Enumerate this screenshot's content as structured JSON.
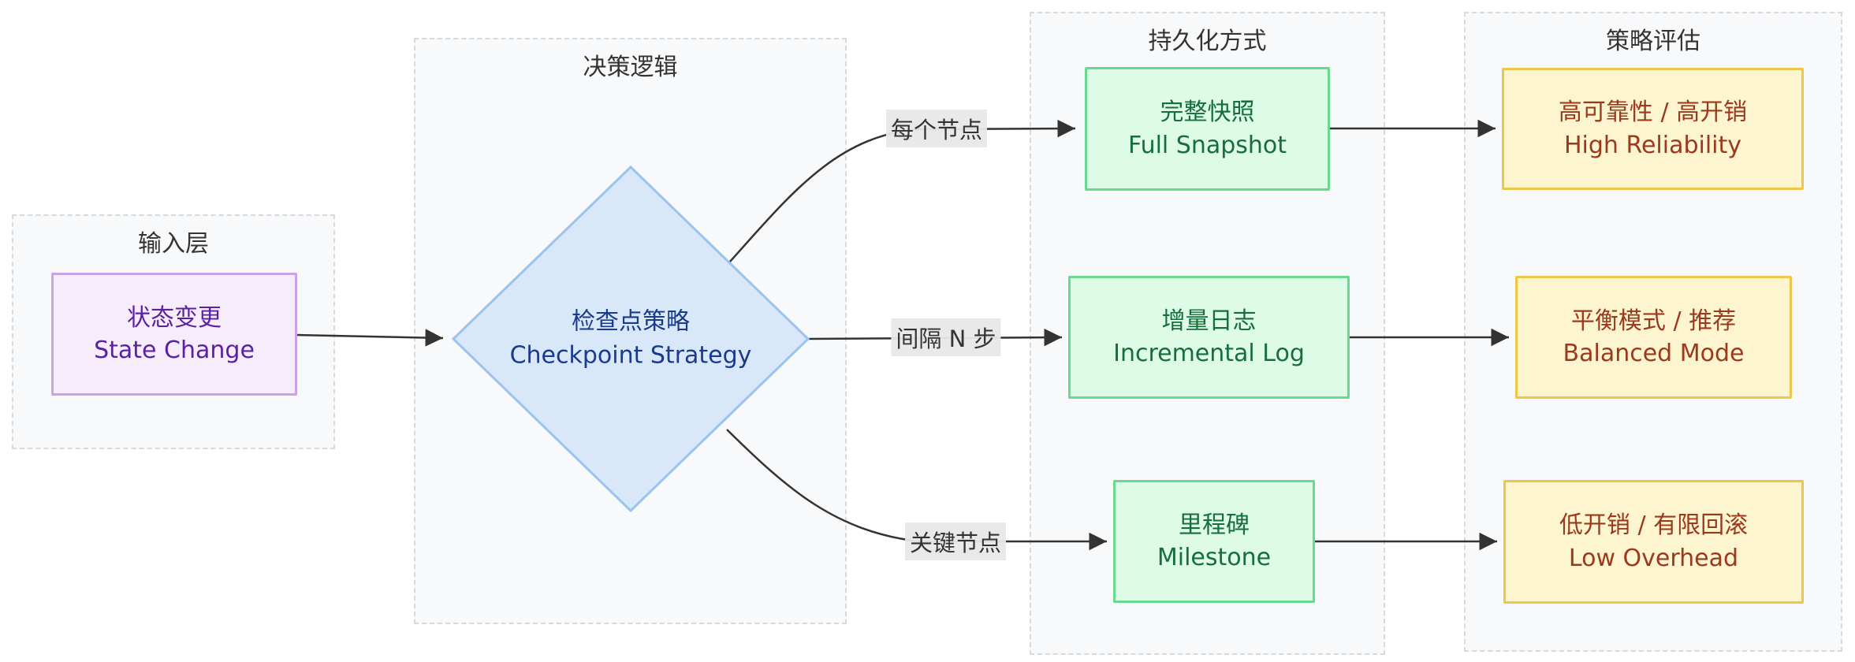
{
  "groups": {
    "input": {
      "title": "输入层"
    },
    "decision": {
      "title": "决策逻辑"
    },
    "persistence": {
      "title": "持久化方式"
    },
    "evaluation": {
      "title": "策略评估"
    }
  },
  "nodes": {
    "state_change": {
      "zh": "状态变更",
      "en": "State Change"
    },
    "checkpoint_strategy": {
      "zh": "检查点策略",
      "en": "Checkpoint Strategy"
    },
    "full_snapshot": {
      "zh": "完整快照",
      "en": "Full Snapshot"
    },
    "incremental_log": {
      "zh": "增量日志",
      "en": "Incremental Log"
    },
    "milestone": {
      "zh": "里程碑",
      "en": "Milestone"
    },
    "high_reliability": {
      "zh": "高可靠性 / 高开销",
      "en": "High Reliability"
    },
    "balanced_mode": {
      "zh": "平衡模式 / 推荐",
      "en": "Balanced Mode"
    },
    "low_overhead": {
      "zh": "低开销 / 有限回滚",
      "en": "Low Overhead"
    }
  },
  "edge_labels": {
    "every_node": "每个节点",
    "interval_n_steps": "间隔 N 步",
    "key_node": "关键节点"
  },
  "colors": {
    "edge": "#333333",
    "edge_label_bg": "#e8e8e8",
    "group_fill": "#f8f9fb",
    "group_border": "#d9d9d9",
    "input_node_fill": "#f6ecfc",
    "input_node_border": "#c9a2e8",
    "input_node_text": "#5b21a5",
    "decision_node_fill": "#d9e8f9",
    "decision_node_border": "#9cc3ee",
    "decision_node_text": "#1a3a8c",
    "persistence_node_fill": "#ddfbe7",
    "persistence_node_border": "#68da90",
    "persistence_node_text": "#166e3c",
    "evaluation_node_fill": "#fdf4d0",
    "evaluation_node_border": "#eec64a",
    "evaluation_node_text": "#9a3a1c"
  }
}
